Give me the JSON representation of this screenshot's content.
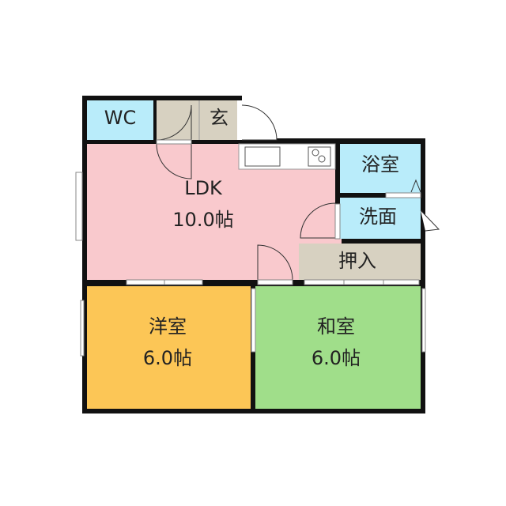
{
  "rooms": {
    "wc": {
      "name": "WC"
    },
    "genkan": {
      "name": "玄"
    },
    "ldk": {
      "name": "LDK",
      "size": "10.0帖"
    },
    "bath": {
      "name": "浴室"
    },
    "washroom": {
      "name": "洗面"
    },
    "closet": {
      "name": "押入"
    },
    "western": {
      "name": "洋室",
      "size": "6.0帖"
    },
    "japanese": {
      "name": "和室",
      "size": "6.0帖"
    }
  },
  "colors": {
    "ldk": "#f9c9cd",
    "water": "#b9ecfa",
    "storage": "#d7d1c1",
    "western": "#fcc656",
    "japanese": "#a0de8a",
    "wall": "#111111"
  }
}
